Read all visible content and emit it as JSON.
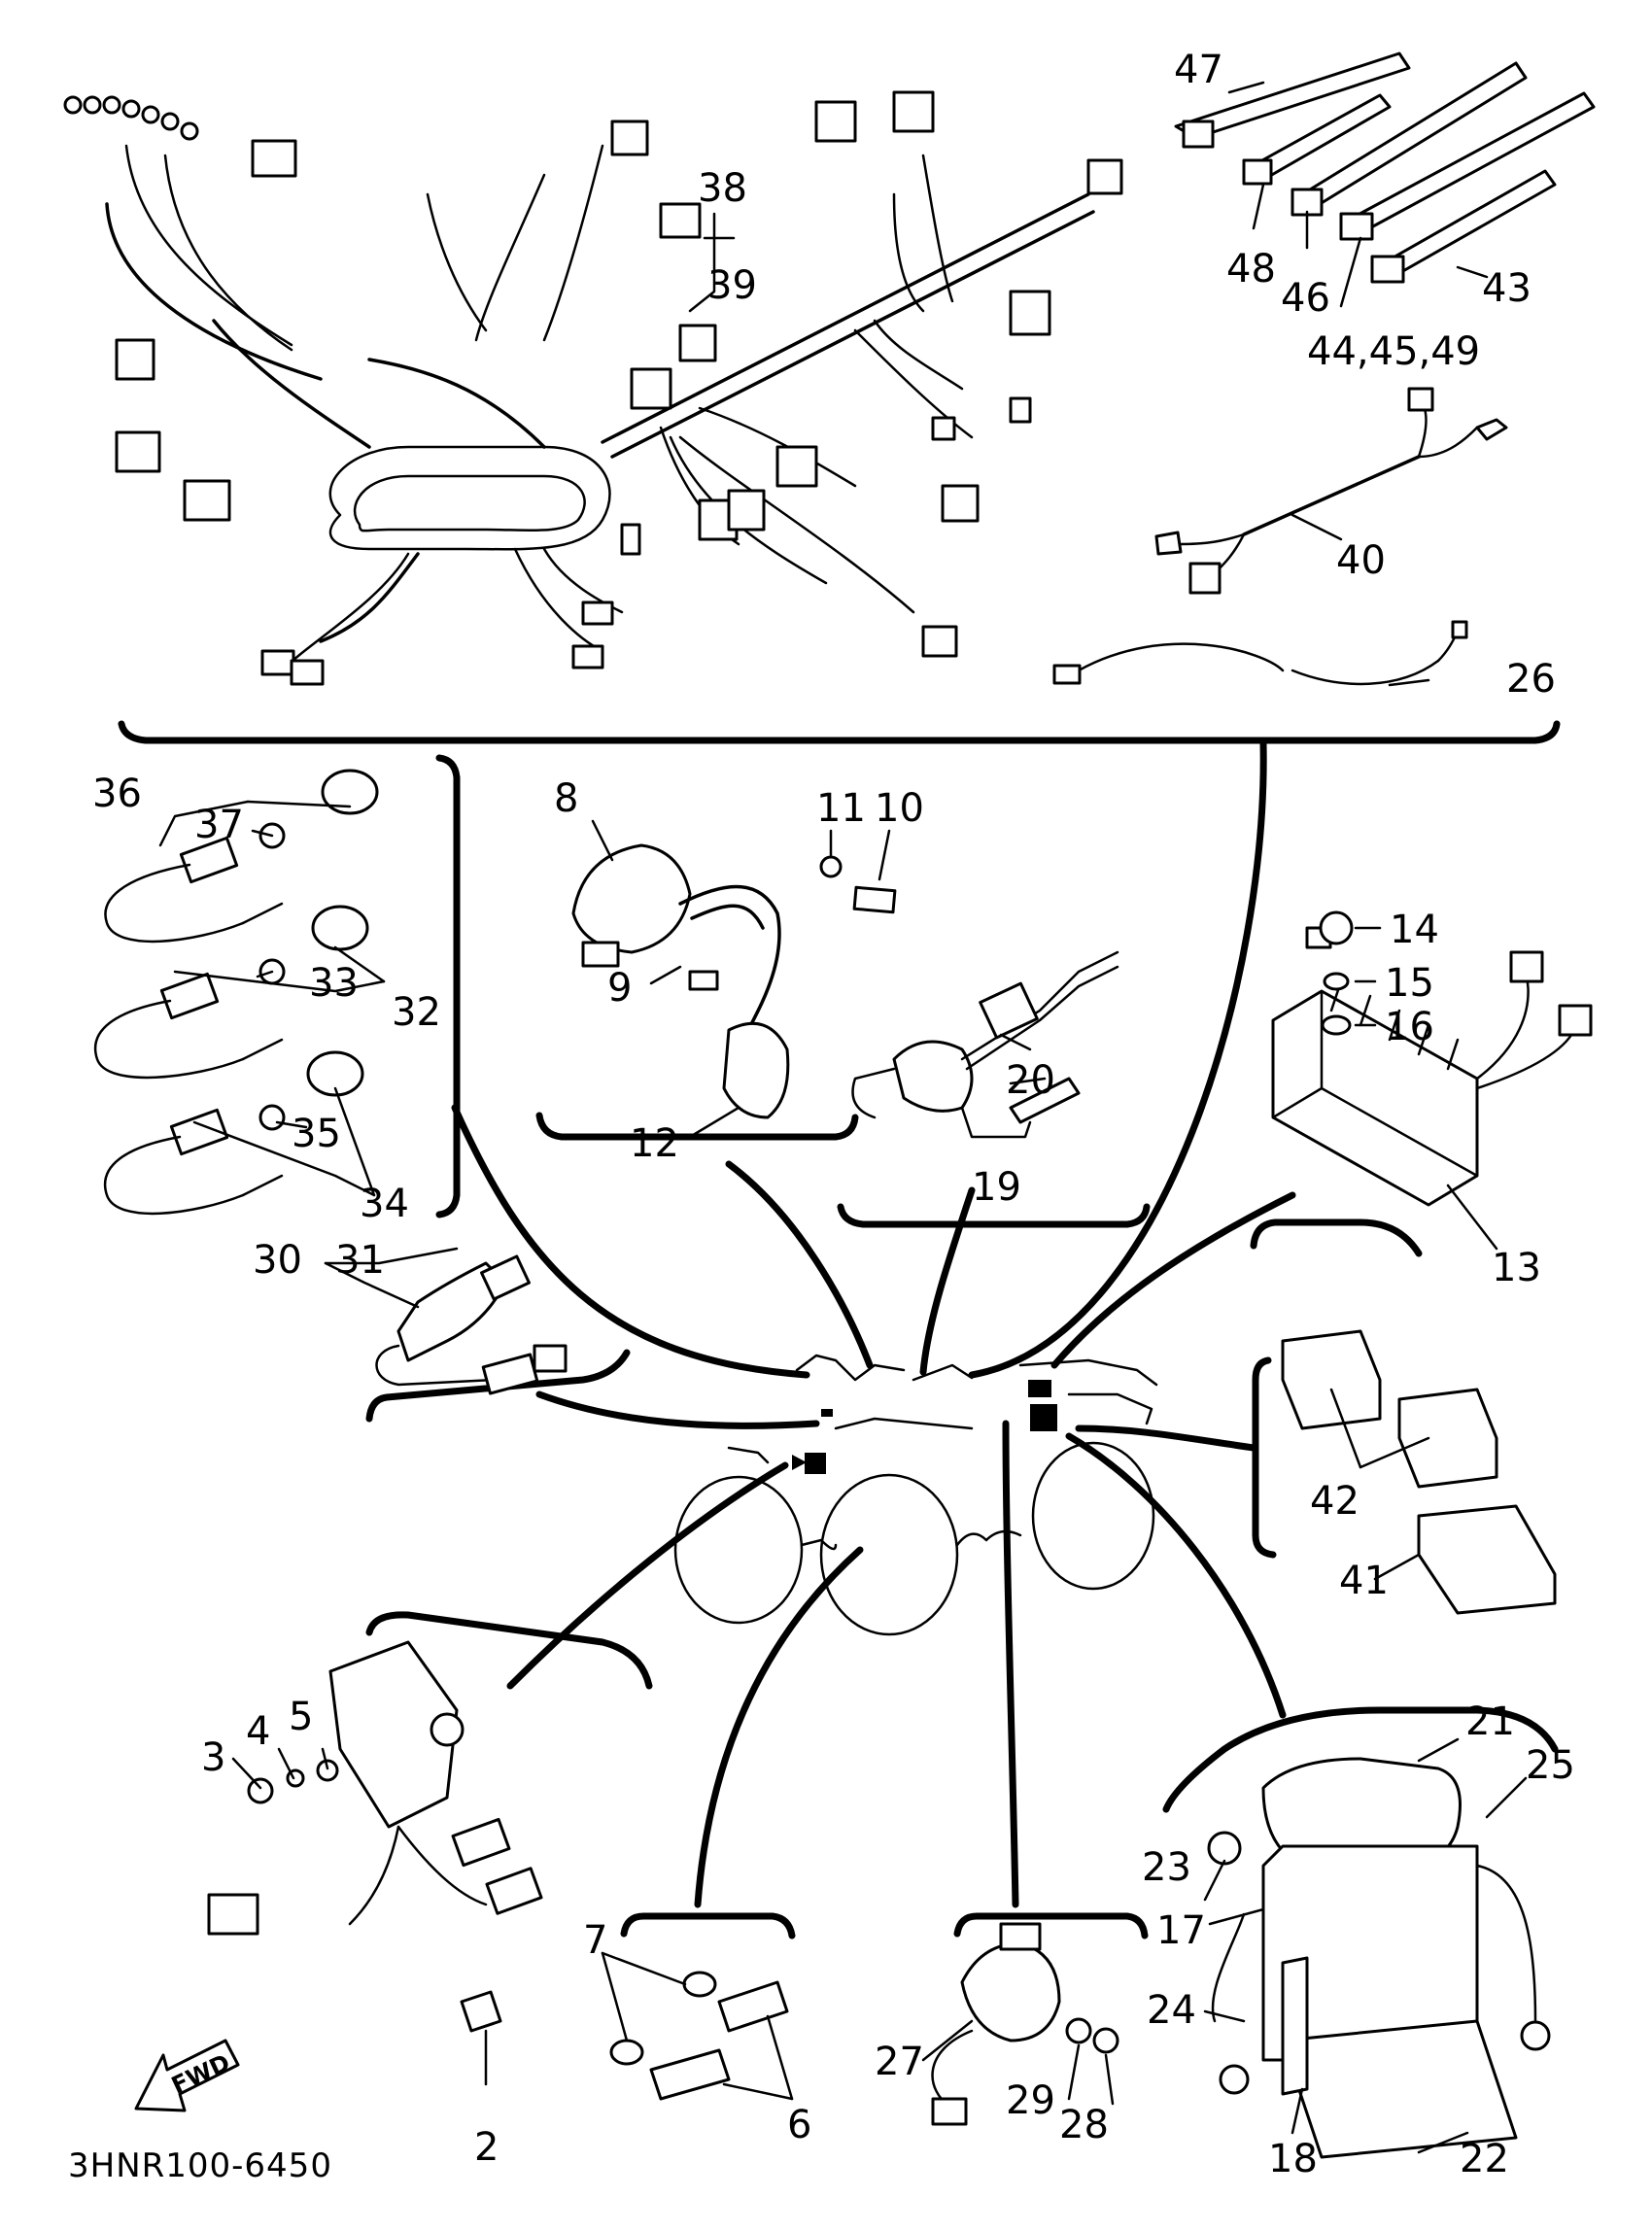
{
  "diagram": {
    "code": "3HNR100-6450",
    "fwd_label": "FWD",
    "callouts": [
      "2",
      "3",
      "4",
      "5",
      "6",
      "7",
      "8",
      "9",
      "10",
      "11",
      "12",
      "13",
      "14",
      "15",
      "16",
      "17",
      "18",
      "19",
      "20",
      "21",
      "22",
      "23",
      "24",
      "25",
      "26",
      "27",
      "28",
      "29",
      "30",
      "31",
      "32",
      "33",
      "34",
      "35",
      "36",
      "37",
      "38",
      "39",
      "40",
      "41",
      "42",
      "43",
      "44,45,49",
      "46",
      "47",
      "48"
    ]
  }
}
